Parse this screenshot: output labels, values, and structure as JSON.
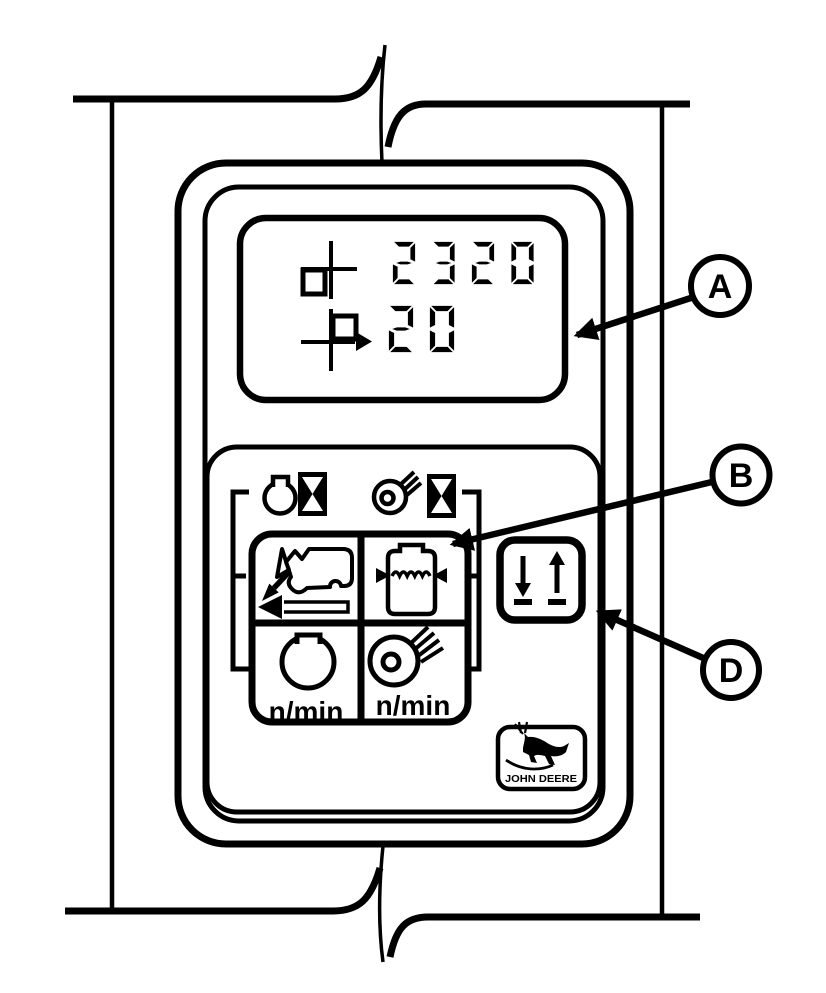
{
  "colors": {
    "ink": "#000000",
    "paper": "#ffffff"
  },
  "display": {
    "rows": [
      {
        "icon": "area-counter-icon",
        "value": "2320"
      },
      {
        "icon": "partial-area-counter-icon",
        "value": "20"
      }
    ]
  },
  "panel": {
    "indicator_icons": [
      {
        "id": "drum-hours",
        "icons": [
          "threshing-drum-icon",
          "hourglass-icon"
        ]
      },
      {
        "id": "fan-hours",
        "icons": [
          "cleaning-fan-icon",
          "hourglass-icon"
        ]
      }
    ],
    "buttons": [
      {
        "id": "ground-speed",
        "icon": "combine-left-arrow-icon",
        "label": ""
      },
      {
        "id": "grain-tank",
        "icon": "grain-tank-level-icon",
        "label": ""
      },
      {
        "id": "drum-speed",
        "icon": "threshing-drum-icon",
        "label": "n/min"
      },
      {
        "id": "fan-speed",
        "icon": "cleaning-fan-icon",
        "label": "n/min"
      },
      {
        "id": "raise-lower",
        "icon": "down-up-arrows-icon",
        "label": ""
      }
    ]
  },
  "logo": {
    "text": "JOHN DEERE"
  },
  "callouts": [
    {
      "label": "A",
      "target": "lcd-display"
    },
    {
      "label": "B",
      "target": "grain-tank-button"
    },
    {
      "label": "D",
      "target": "raise-lower-button"
    }
  ]
}
